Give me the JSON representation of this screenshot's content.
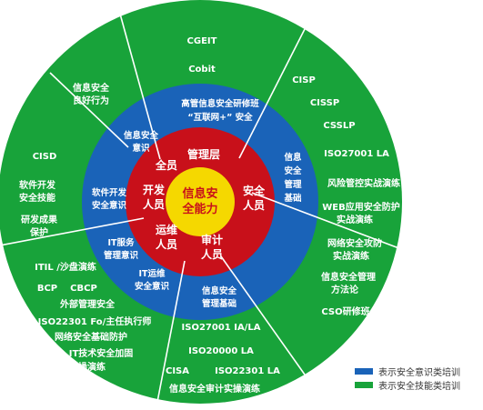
{
  "center": {
    "line1": "信息安",
    "line2": "全能力"
  },
  "red_segments": [
    {
      "id": "mgmt",
      "lines": [
        "管理层"
      ]
    },
    {
      "id": "security",
      "lines": [
        "安全",
        "人员"
      ]
    },
    {
      "id": "audit",
      "lines": [
        "审计",
        "人员"
      ]
    },
    {
      "id": "ops",
      "lines": [
        "运维",
        "人员"
      ]
    },
    {
      "id": "dev",
      "lines": [
        "开发",
        "人员"
      ]
    },
    {
      "id": "all",
      "lines": [
        "全员"
      ]
    }
  ],
  "blue_ring": [
    {
      "id": "executive",
      "lines": [
        "高管信息安全研修班",
        "“互联网+” 安全"
      ]
    },
    {
      "id": "security-basics",
      "lines": [
        "信息",
        "安全",
        "管理",
        "基础"
      ]
    },
    {
      "id": "mgmt-basics",
      "lines": [
        "信息安全",
        "管理基础"
      ]
    },
    {
      "id": "it-ops-awareness",
      "lines": [
        "IT运维",
        "安全意识"
      ]
    },
    {
      "id": "it-service",
      "lines": [
        "IT服务",
        "管理意识"
      ]
    },
    {
      "id": "dev-awareness",
      "lines": [
        "软件开发",
        "安全意识"
      ]
    },
    {
      "id": "awareness",
      "lines": [
        "信息安全",
        "意识"
      ]
    }
  ],
  "green_ring": {
    "top": [
      "CGEIT",
      "Cobit"
    ],
    "right": [
      "CISP",
      "CISSP",
      "CSSLP",
      "ISO27001 LA",
      "风险管控实战演练",
      "WEB应用安全防护",
      "实战演练",
      "网络安全攻防",
      "实战演练",
      "信息安全管理",
      "方法论",
      "CSO研修班"
    ],
    "bottom": [
      "ISO27001 IA/LA",
      "ISO20000 LA",
      "CISA",
      "ISO22301 LA",
      "信息安全审计实操演练"
    ],
    "bottom_left": [
      "ITIL /沙盘演练",
      "BCP",
      "CBCP",
      "外部管理安全",
      "ISO22301 Fo/主任执行师",
      "网络安全基础防护",
      "IT技术安全加固",
      "实操演练"
    ],
    "left": [
      "CISD",
      "软件开发",
      "安全技能",
      "研发成果",
      "保护"
    ],
    "top_left": [
      "信息安全",
      "良好行为"
    ]
  },
  "legend": [
    {
      "label": "表示安全意识类培训",
      "color": "#1a63b8"
    },
    {
      "label": "表示安全技能类培训",
      "color": "#18a33a"
    }
  ],
  "colors": {
    "green": "#18a33a",
    "blue": "#1a63b8",
    "red": "#c8101a",
    "yellow": "#f5d800"
  }
}
